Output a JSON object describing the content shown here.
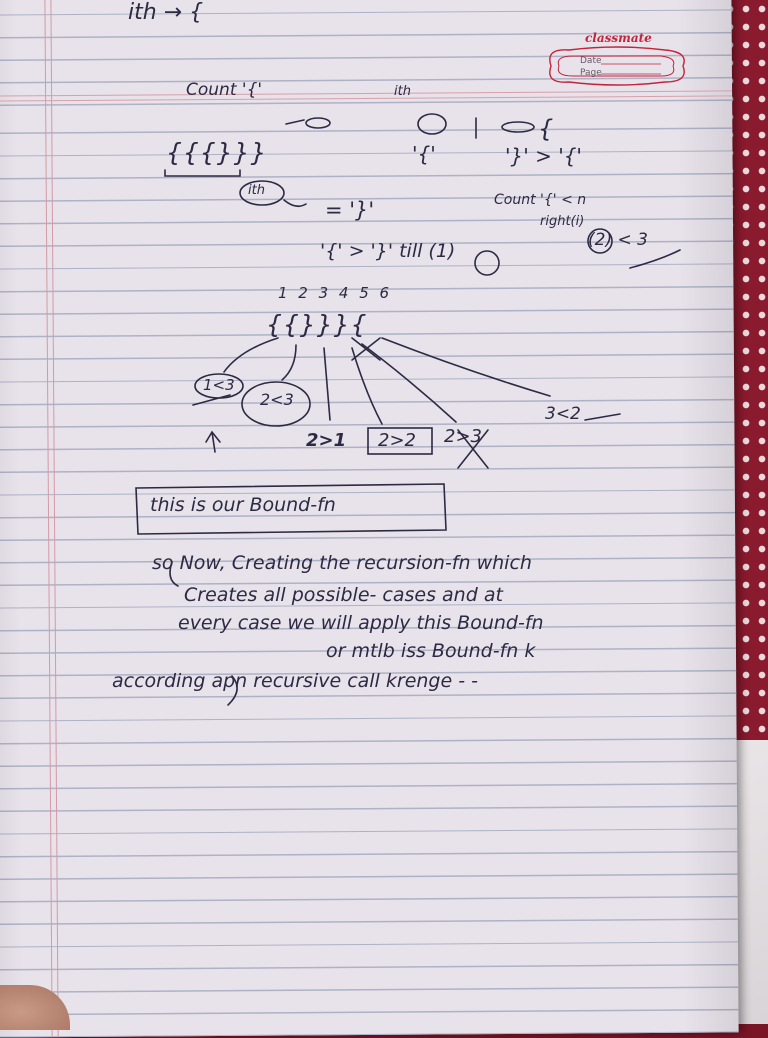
{
  "brand": {
    "name": "classmate",
    "fields": [
      "Date",
      "Page"
    ]
  },
  "handwriting": {
    "top_note": "ith → {",
    "count_note": "Count '{'",
    "brackets_1": "{{{}}}",
    "ith_label": "ith",
    "equals_close": "= '}'",
    "open_quote": "'{'",
    "ith_mark": "ith",
    "compare_1": "'}' > '{'",
    "count_condition": "Count '{' < n",
    "right_open_brace": "{",
    "hint_2": "right(i)",
    "hint_3": "(2) < 3",
    "compare_2": "'{' > '}' till (1)",
    "index_row": "1 2 3 4 5 6",
    "brackets_2": "{{}}}{",
    "case_1": "1<3",
    "case_2": "2<3",
    "case_3": "3<2",
    "box_1": "2>1",
    "box_2": "2>2",
    "box_3": "2>3",
    "bound_box": "this is our Bound-fn",
    "para": [
      "so Now, Creating the recursion-fn which",
      "Creates all possible- cases and at",
      "every case we will apply this Bound-fn",
      "or mtlb iss Bound-fn k",
      "according apn recursive call krenge - -"
    ]
  },
  "colors": {
    "ink": "#2d2a44",
    "paper": "#e8e2ea",
    "rule": "#aeb2c6",
    "margin": "#d49aa5",
    "brand": "#c2243a",
    "fabric": "#8a1a2e"
  }
}
